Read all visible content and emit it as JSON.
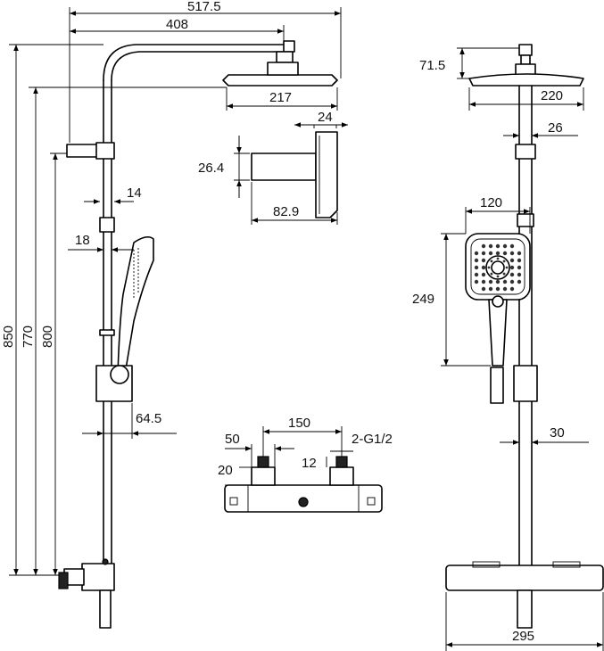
{
  "figure": {
    "dimensions": {
      "overall_width": "517.5",
      "arm_length": "408",
      "head_diameter_side": "217",
      "arm_drop": "24",
      "holder_height": "26.4",
      "holder_depth": "82.9",
      "slider_width": "14",
      "hose_offset": "18",
      "handle_offset": "64.5",
      "total_height": "850",
      "height_770": "770",
      "height_800": "800",
      "head_height": "71.5",
      "head_diameter_front": "220",
      "pipe_diameter": "26",
      "handshower_width": "120",
      "handshower_length": "249",
      "pipe_lower": "30",
      "valve_width": "295",
      "inlet_height": "50",
      "inlet_spacing": "150",
      "thread": "2-G1/2",
      "inlet_depth": "20",
      "thread_length": "12"
    }
  }
}
